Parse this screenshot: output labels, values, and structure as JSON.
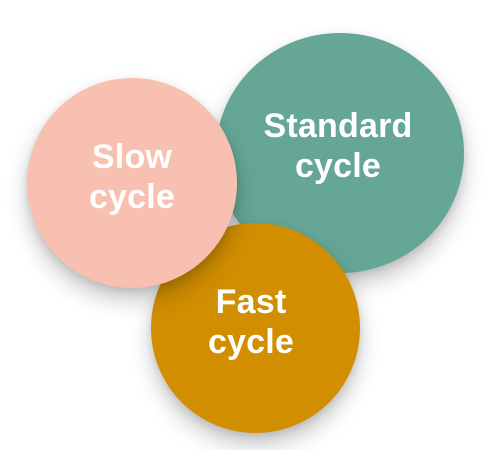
{
  "diagram": {
    "circles": [
      {
        "id": "standard",
        "line1": "Standard",
        "line2": "cycle",
        "color": "#65a696"
      },
      {
        "id": "slow",
        "line1": "Slow",
        "line2": "cycle",
        "color": "#f7c0b0"
      },
      {
        "id": "fast",
        "line1": "Fast",
        "line2": "cycle",
        "color": "#d18e00"
      }
    ]
  }
}
